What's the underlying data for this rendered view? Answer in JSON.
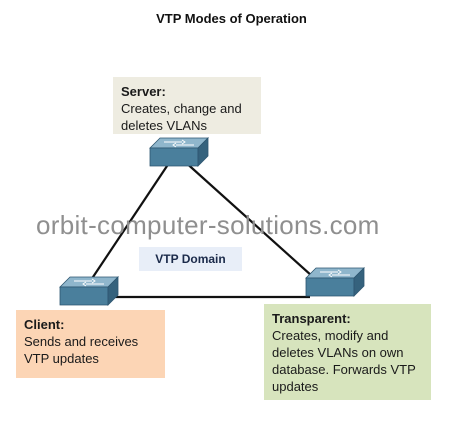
{
  "title": "VTP Modes of Operation",
  "domain_label": "VTP Domain",
  "watermark": "orbit-computer-solutions.com",
  "colors": {
    "server_box": "#eeece1",
    "client_box": "#fcd5b5",
    "transparent_box": "#d7e4bd",
    "domain_box": "#e8eef8",
    "link_line": "#111111",
    "switch_body": "#4a7f9c"
  },
  "nodes": {
    "server": {
      "heading": "Server:",
      "body": "Creates, change and\ndeletes VLANs",
      "icon": "switch-icon"
    },
    "client": {
      "heading": "Client:",
      "body": "Sends and receives\nVTP updates",
      "icon": "switch-icon"
    },
    "transparent": {
      "heading": "Transparent:",
      "body": "Creates, modify and\ndeletes VLANs on own\ndatabase. Forwards VTP\nupdates",
      "icon": "switch-icon"
    }
  },
  "links": [
    {
      "from": "server",
      "to": "client"
    },
    {
      "from": "server",
      "to": "transparent"
    },
    {
      "from": "client",
      "to": "transparent"
    }
  ]
}
